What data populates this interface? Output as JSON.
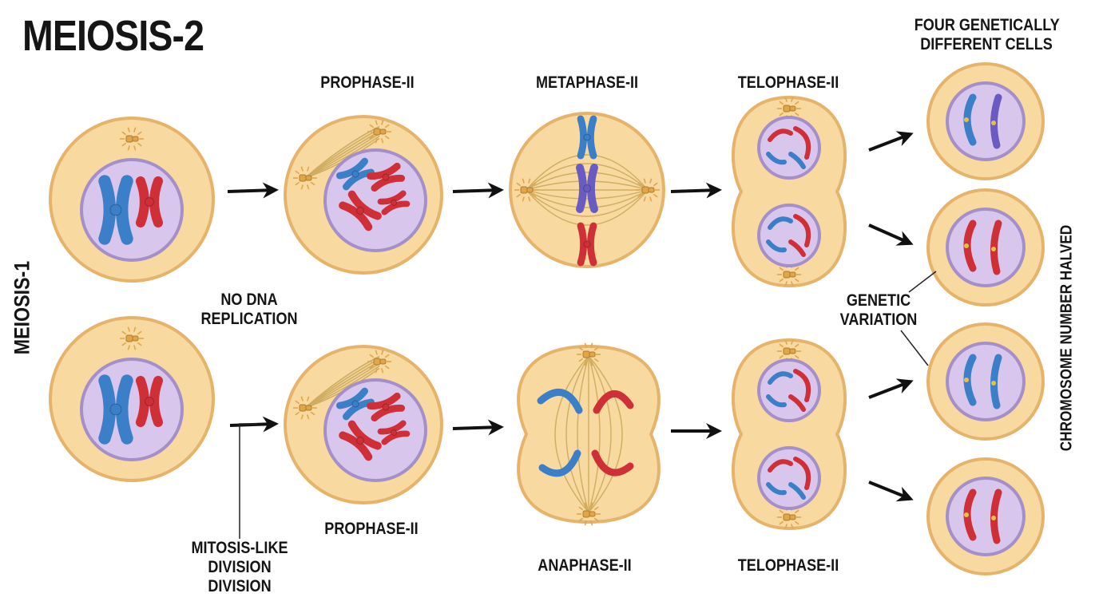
{
  "title": "MEIOSIS-2",
  "side_label_left": "MEIOSIS-1",
  "side_label_right": "CHROMOSOME NUMBER HALVED",
  "top_row_stages": [
    "PROPHASE-II",
    "METAPHASE-II",
    "TELOPHASE-II"
  ],
  "bottom_row_stages": [
    "PROPHASE-II",
    "ANAPHASE-II",
    "TELOPHASE-II"
  ],
  "result_heading": [
    "FOUR GENETICALLY",
    "DIFFERENT CELLS"
  ],
  "notes": {
    "no_dna_replication": [
      "NO DNA",
      "REPLICATION"
    ],
    "mitosis_like": [
      "MITOSIS-LIKE",
      "DIVISION",
      "DIVISION"
    ],
    "genetic_variation": [
      "GENETIC",
      "VARIATION"
    ]
  },
  "colors": {
    "cytoplasm": "#f8d9a0",
    "cell_border": "#e6b36b",
    "nucleus": "#d9c6ec",
    "nucleus_border": "#a58fc9",
    "chromosome_blue": "#3a7fc7",
    "chromosome_red": "#cf3037",
    "chromosome_purple": "#6a5bc0",
    "spindle": "#cfae62",
    "centrosome": "#e2a64a"
  }
}
